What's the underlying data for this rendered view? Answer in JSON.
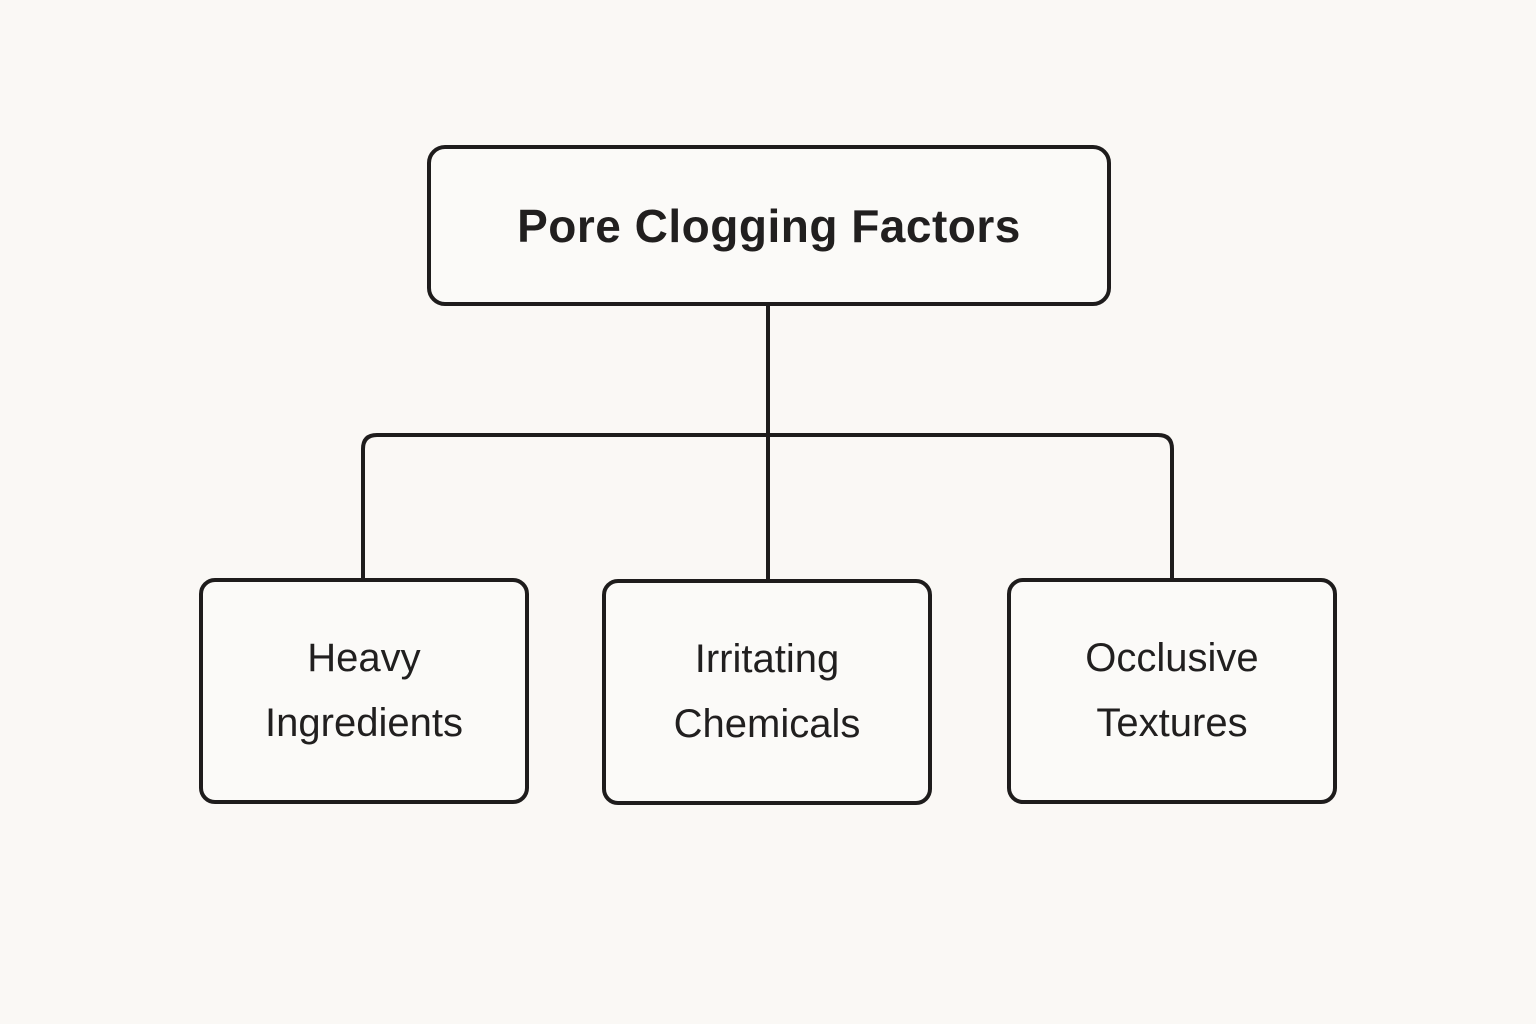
{
  "diagram": {
    "type": "tree",
    "root": {
      "id": "pore-clogging-factors",
      "label": "Pore Clogging Factors"
    },
    "children": [
      {
        "id": "heavy-ingredients",
        "label": "Heavy Ingredients",
        "parent": "pore-clogging-factors"
      },
      {
        "id": "irritating-chemicals",
        "label": "Irritating Chemicals",
        "parent": "pore-clogging-factors"
      },
      {
        "id": "occlusive-textures",
        "label": "Occlusive Textures",
        "parent": "pore-clogging-factors"
      }
    ],
    "colors": {
      "background": "#faf8f5",
      "node_fill": "#fbfaf8",
      "border": "#1e1c1c",
      "text": "#211f1f"
    }
  }
}
